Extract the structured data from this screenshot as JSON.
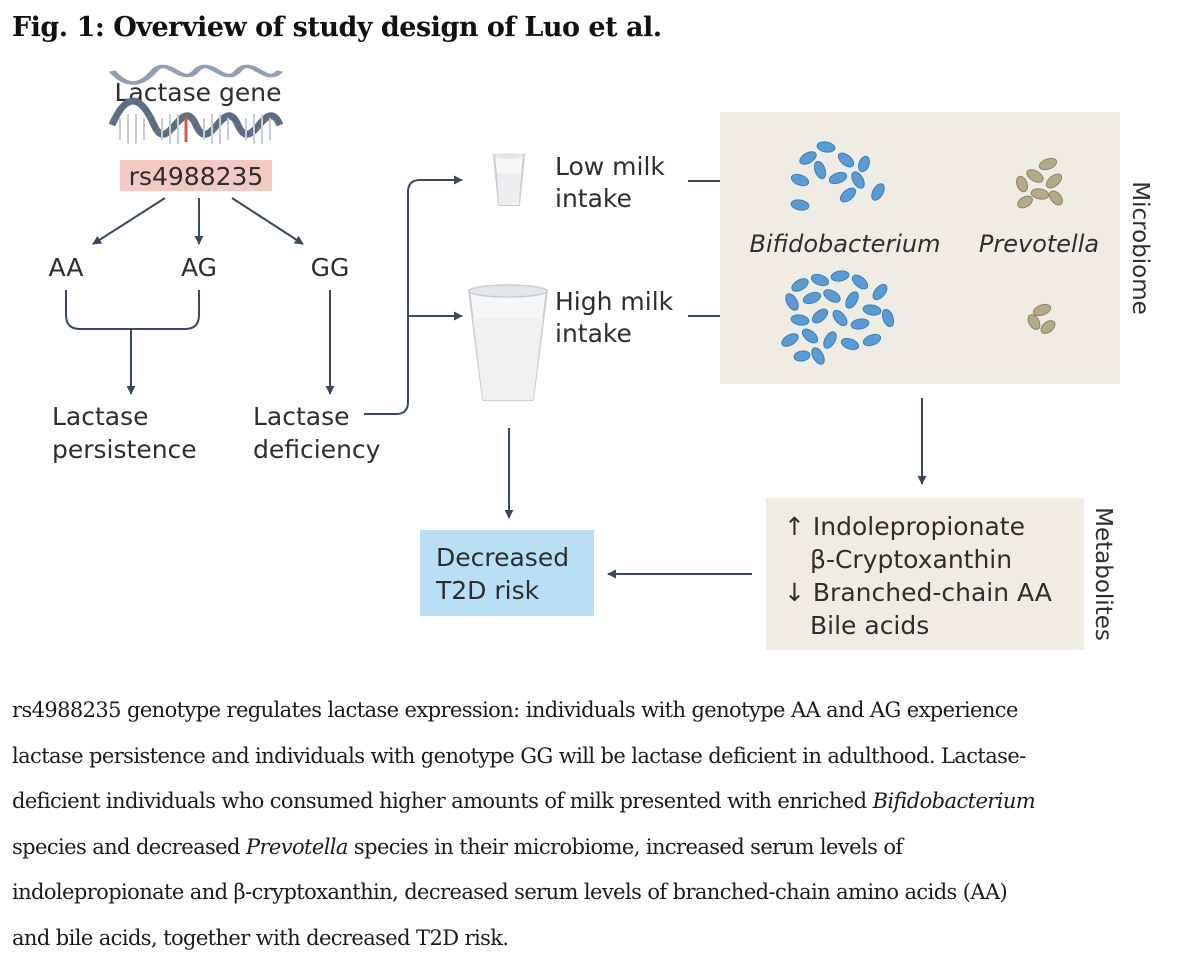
{
  "figure": {
    "title": "Fig. 1: Overview of study design of Luo et al.",
    "gene_label": "Lactase gene",
    "snp_label": "rs4988235",
    "genotypes": [
      "AA",
      "AG",
      "GG"
    ],
    "persistence": [
      "Lactase",
      "persistence"
    ],
    "deficiency": [
      "Lactase",
      "deficiency"
    ],
    "low_milk": [
      "Low milk",
      "intake"
    ],
    "high_milk": [
      "High milk",
      "intake"
    ],
    "bacteria": [
      "Bifidobacterium",
      "Prevotella"
    ],
    "microbiome_label": "Microbiome",
    "metabolites": [
      "↑ Indolepropionate",
      "β-Cryptoxanthin",
      "↓ Branched-chain AA",
      "Bile acids"
    ],
    "metabolites_label": "Metabolites",
    "outcome": [
      "Decreased",
      "T2D risk"
    ],
    "colors": {
      "snp_highlight": "#f3c9c4",
      "microbiome_bg": "#eeece3",
      "outcome_bg": "#b9dff5",
      "bifidobacterium": "#5b9bd3",
      "prevotella": "#a8a07e",
      "arrow": "#3a4a5c"
    }
  },
  "caption": {
    "l1": "rs4988235 genotype regulates lactase expression: individuals with genotype AA and AG experience",
    "l2": "lactase persistence and individuals with genotype GG will be lactase deficient in adulthood. Lactase-",
    "l3a": "deficient individuals who consumed higher amounts of milk presented with enriched ",
    "l3b": "Bifidobacterium",
    "l4a": "species and decreased ",
    "l4b": "Prevotella",
    "l4c": " species in their microbiome, increased serum levels of",
    "l5": "indolepropionate and β-cryptoxanthin, decreased serum levels of branched-chain amino acids (AA)",
    "l6": "and bile acids, together with decreased T2D risk."
  }
}
